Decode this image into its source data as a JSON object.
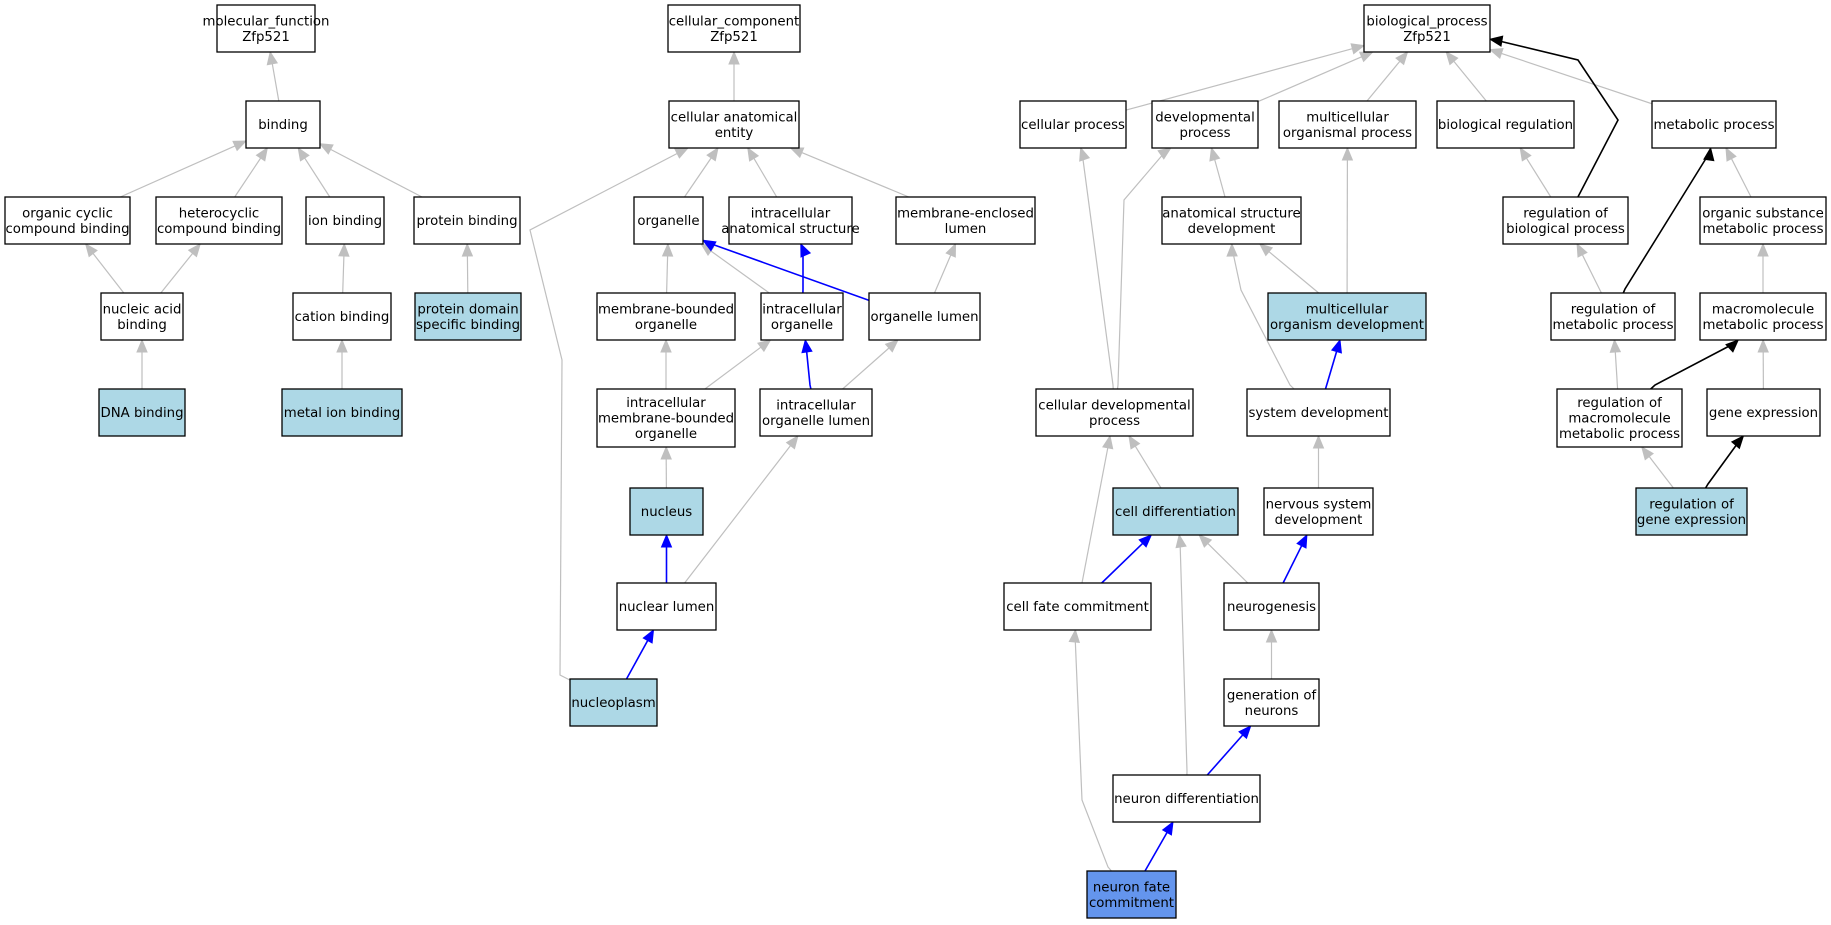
{
  "colors": {
    "plain_fill": "#ffffff",
    "annotated_fill": "#add8e6",
    "query_fill": "#6495ed",
    "edge_gray": "#bfbfbf",
    "edge_blue": "#0000ff",
    "edge_black": "#000000"
  },
  "nodes": [
    {
      "id": "mf_root",
      "lines": [
        "molecular_function",
        "Zfp521"
      ],
      "style": "plain"
    },
    {
      "id": "binding",
      "lines": [
        "binding"
      ],
      "style": "plain"
    },
    {
      "id": "organic_cyclic",
      "lines": [
        "organic cyclic",
        "compound binding"
      ],
      "style": "plain"
    },
    {
      "id": "heterocyclic",
      "lines": [
        "heterocyclic",
        "compound binding"
      ],
      "style": "plain"
    },
    {
      "id": "ion_binding",
      "lines": [
        "ion binding"
      ],
      "style": "plain"
    },
    {
      "id": "protein_binding",
      "lines": [
        "protein binding"
      ],
      "style": "plain"
    },
    {
      "id": "nucleic_acid",
      "lines": [
        "nucleic acid",
        "binding"
      ],
      "style": "plain"
    },
    {
      "id": "cation_binding",
      "lines": [
        "cation binding"
      ],
      "style": "plain"
    },
    {
      "id": "protein_domain",
      "lines": [
        "protein domain",
        "specific binding"
      ],
      "style": "annotated"
    },
    {
      "id": "dna_binding",
      "lines": [
        "DNA binding"
      ],
      "style": "annotated"
    },
    {
      "id": "metal_ion",
      "lines": [
        "metal ion binding"
      ],
      "style": "annotated"
    },
    {
      "id": "cc_root",
      "lines": [
        "cellular_component",
        "Zfp521"
      ],
      "style": "plain"
    },
    {
      "id": "cae",
      "lines": [
        "cellular anatomical",
        "entity"
      ],
      "style": "plain"
    },
    {
      "id": "organelle",
      "lines": [
        "organelle"
      ],
      "style": "plain"
    },
    {
      "id": "ias",
      "lines": [
        "intracellular",
        "anatomical structure"
      ],
      "style": "plain"
    },
    {
      "id": "mel",
      "lines": [
        "membrane-enclosed",
        "lumen"
      ],
      "style": "plain"
    },
    {
      "id": "mbo",
      "lines": [
        "membrane-bounded",
        "organelle"
      ],
      "style": "plain"
    },
    {
      "id": "io",
      "lines": [
        "intracellular",
        "organelle"
      ],
      "style": "plain"
    },
    {
      "id": "ol",
      "lines": [
        "organelle lumen"
      ],
      "style": "plain"
    },
    {
      "id": "imbo",
      "lines": [
        "intracellular",
        "membrane-bounded",
        "organelle"
      ],
      "style": "plain"
    },
    {
      "id": "iol",
      "lines": [
        "intracellular",
        "organelle lumen"
      ],
      "style": "plain"
    },
    {
      "id": "nucleus",
      "lines": [
        "nucleus"
      ],
      "style": "annotated"
    },
    {
      "id": "nuclear_lumen",
      "lines": [
        "nuclear lumen"
      ],
      "style": "plain"
    },
    {
      "id": "nucleoplasm",
      "lines": [
        "nucleoplasm"
      ],
      "style": "annotated"
    },
    {
      "id": "bp_root",
      "lines": [
        "biological_process",
        "Zfp521"
      ],
      "style": "plain"
    },
    {
      "id": "cellular_process",
      "lines": [
        "cellular process"
      ],
      "style": "plain"
    },
    {
      "id": "dev_process",
      "lines": [
        "developmental",
        "process"
      ],
      "style": "plain"
    },
    {
      "id": "mop",
      "lines": [
        "multicellular",
        "organismal process"
      ],
      "style": "plain"
    },
    {
      "id": "bio_reg",
      "lines": [
        "biological regulation"
      ],
      "style": "plain"
    },
    {
      "id": "met_proc",
      "lines": [
        "metabolic process"
      ],
      "style": "plain"
    },
    {
      "id": "asd",
      "lines": [
        "anatomical structure",
        "development"
      ],
      "style": "plain"
    },
    {
      "id": "rbp",
      "lines": [
        "regulation of",
        "biological process"
      ],
      "style": "plain"
    },
    {
      "id": "osmp",
      "lines": [
        "organic substance",
        "metabolic process"
      ],
      "style": "plain"
    },
    {
      "id": "mod",
      "lines": [
        "multicellular",
        "organism development"
      ],
      "style": "annotated"
    },
    {
      "id": "rmp",
      "lines": [
        "regulation of",
        "metabolic process"
      ],
      "style": "plain"
    },
    {
      "id": "mmp",
      "lines": [
        "macromolecule",
        "metabolic process"
      ],
      "style": "plain"
    },
    {
      "id": "cdp",
      "lines": [
        "cellular developmental",
        "process"
      ],
      "style": "plain"
    },
    {
      "id": "sysdev",
      "lines": [
        "system development"
      ],
      "style": "plain"
    },
    {
      "id": "rmmp",
      "lines": [
        "regulation of",
        "macromolecule",
        "metabolic process"
      ],
      "style": "plain"
    },
    {
      "id": "gene_expr",
      "lines": [
        "gene expression"
      ],
      "style": "plain"
    },
    {
      "id": "cell_diff",
      "lines": [
        "cell differentiation"
      ],
      "style": "annotated"
    },
    {
      "id": "nsd",
      "lines": [
        "nervous system",
        "development"
      ],
      "style": "plain"
    },
    {
      "id": "rge",
      "lines": [
        "regulation of",
        "gene expression"
      ],
      "style": "annotated"
    },
    {
      "id": "cfc",
      "lines": [
        "cell fate commitment"
      ],
      "style": "plain"
    },
    {
      "id": "neurogenesis",
      "lines": [
        "neurogenesis"
      ],
      "style": "plain"
    },
    {
      "id": "gon",
      "lines": [
        "generation of",
        "neurons"
      ],
      "style": "plain"
    },
    {
      "id": "neuron_diff",
      "lines": [
        "neuron differentiation"
      ],
      "style": "plain"
    },
    {
      "id": "nfc",
      "lines": [
        "neuron fate",
        "commitment"
      ],
      "style": "query"
    }
  ],
  "edges": [
    {
      "from": "binding",
      "to": "mf_root",
      "kind": "is_a"
    },
    {
      "from": "organic_cyclic",
      "to": "binding",
      "kind": "is_a"
    },
    {
      "from": "heterocyclic",
      "to": "binding",
      "kind": "is_a"
    },
    {
      "from": "ion_binding",
      "to": "binding",
      "kind": "is_a"
    },
    {
      "from": "protein_binding",
      "to": "binding",
      "kind": "is_a"
    },
    {
      "from": "nucleic_acid",
      "to": "organic_cyclic",
      "kind": "is_a"
    },
    {
      "from": "nucleic_acid",
      "to": "heterocyclic",
      "kind": "is_a"
    },
    {
      "from": "cation_binding",
      "to": "ion_binding",
      "kind": "is_a"
    },
    {
      "from": "protein_domain",
      "to": "protein_binding",
      "kind": "is_a"
    },
    {
      "from": "dna_binding",
      "to": "nucleic_acid",
      "kind": "is_a"
    },
    {
      "from": "metal_ion",
      "to": "cation_binding",
      "kind": "is_a"
    },
    {
      "from": "cae",
      "to": "cc_root",
      "kind": "is_a"
    },
    {
      "from": "organelle",
      "to": "cae",
      "kind": "is_a"
    },
    {
      "from": "ias",
      "to": "cae",
      "kind": "is_a"
    },
    {
      "from": "mel",
      "to": "cae",
      "kind": "is_a"
    },
    {
      "from": "nucleoplasm",
      "to": "cae",
      "kind": "is_a"
    },
    {
      "from": "mbo",
      "to": "organelle",
      "kind": "is_a"
    },
    {
      "from": "io",
      "to": "organelle",
      "kind": "is_a"
    },
    {
      "from": "io",
      "to": "ias",
      "kind": "part_of"
    },
    {
      "from": "ol",
      "to": "organelle",
      "kind": "part_of"
    },
    {
      "from": "ol",
      "to": "mel",
      "kind": "is_a"
    },
    {
      "from": "imbo",
      "to": "mbo",
      "kind": "is_a"
    },
    {
      "from": "imbo",
      "to": "io",
      "kind": "is_a"
    },
    {
      "from": "iol",
      "to": "io",
      "kind": "part_of"
    },
    {
      "from": "iol",
      "to": "ol",
      "kind": "is_a"
    },
    {
      "from": "nucleus",
      "to": "imbo",
      "kind": "is_a"
    },
    {
      "from": "nuclear_lumen",
      "to": "nucleus",
      "kind": "part_of"
    },
    {
      "from": "nuclear_lumen",
      "to": "iol",
      "kind": "is_a"
    },
    {
      "from": "nucleoplasm",
      "to": "nuclear_lumen",
      "kind": "part_of"
    },
    {
      "from": "cellular_process",
      "to": "bp_root",
      "kind": "is_a"
    },
    {
      "from": "dev_process",
      "to": "bp_root",
      "kind": "is_a"
    },
    {
      "from": "mop",
      "to": "bp_root",
      "kind": "is_a"
    },
    {
      "from": "bio_reg",
      "to": "bp_root",
      "kind": "is_a"
    },
    {
      "from": "met_proc",
      "to": "bp_root",
      "kind": "is_a"
    },
    {
      "from": "rbp",
      "to": "bp_root",
      "kind": "regulates"
    },
    {
      "from": "asd",
      "to": "dev_process",
      "kind": "is_a"
    },
    {
      "from": "rbp",
      "to": "bio_reg",
      "kind": "is_a"
    },
    {
      "from": "osmp",
      "to": "met_proc",
      "kind": "is_a"
    },
    {
      "from": "mod",
      "to": "asd",
      "kind": "is_a"
    },
    {
      "from": "mod",
      "to": "mop",
      "kind": "is_a"
    },
    {
      "from": "rmp",
      "to": "rbp",
      "kind": "is_a"
    },
    {
      "from": "rmp",
      "to": "met_proc",
      "kind": "regulates"
    },
    {
      "from": "mmp",
      "to": "osmp",
      "kind": "is_a"
    },
    {
      "from": "cdp",
      "to": "cellular_process",
      "kind": "is_a"
    },
    {
      "from": "cdp",
      "to": "dev_process",
      "kind": "is_a"
    },
    {
      "from": "sysdev",
      "to": "asd",
      "kind": "is_a"
    },
    {
      "from": "sysdev",
      "to": "mod",
      "kind": "part_of"
    },
    {
      "from": "rmmp",
      "to": "rmp",
      "kind": "is_a"
    },
    {
      "from": "rmmp",
      "to": "mmp",
      "kind": "regulates"
    },
    {
      "from": "gene_expr",
      "to": "mmp",
      "kind": "is_a"
    },
    {
      "from": "cell_diff",
      "to": "cdp",
      "kind": "is_a"
    },
    {
      "from": "nsd",
      "to": "sysdev",
      "kind": "is_a"
    },
    {
      "from": "rge",
      "to": "rmmp",
      "kind": "is_a"
    },
    {
      "from": "rge",
      "to": "gene_expr",
      "kind": "regulates"
    },
    {
      "from": "cfc",
      "to": "cdp",
      "kind": "is_a"
    },
    {
      "from": "cfc",
      "to": "cell_diff",
      "kind": "part_of"
    },
    {
      "from": "neurogenesis",
      "to": "cell_diff",
      "kind": "is_a"
    },
    {
      "from": "neurogenesis",
      "to": "nsd",
      "kind": "part_of"
    },
    {
      "from": "gon",
      "to": "neurogenesis",
      "kind": "is_a"
    },
    {
      "from": "neuron_diff",
      "to": "cell_diff",
      "kind": "is_a"
    },
    {
      "from": "neuron_diff",
      "to": "gon",
      "kind": "part_of"
    },
    {
      "from": "nfc",
      "to": "cfc",
      "kind": "is_a"
    },
    {
      "from": "nfc",
      "to": "neuron_diff",
      "kind": "part_of"
    }
  ]
}
